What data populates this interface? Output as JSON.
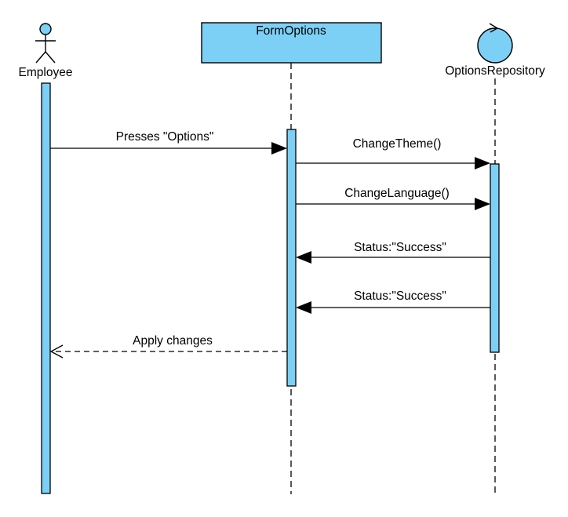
{
  "participants": {
    "employee": "Employee",
    "form_options": "FormOptions",
    "options_repository": "OptionsRepository"
  },
  "messages": [
    {
      "label": "Presses \"Options\"",
      "kind": "sync"
    },
    {
      "label": "ChangeTheme()",
      "kind": "sync"
    },
    {
      "label": "ChangeLanguage()",
      "kind": "sync"
    },
    {
      "label": "Status:\"Success\"",
      "kind": "sync-return"
    },
    {
      "label": "Status:\"Success\"",
      "kind": "sync-return"
    },
    {
      "label": "Apply changes",
      "kind": "dashed-return"
    }
  ],
  "colors": {
    "fill": "#7dd0f5",
    "stroke": "#000000",
    "background": "#ffffff"
  }
}
